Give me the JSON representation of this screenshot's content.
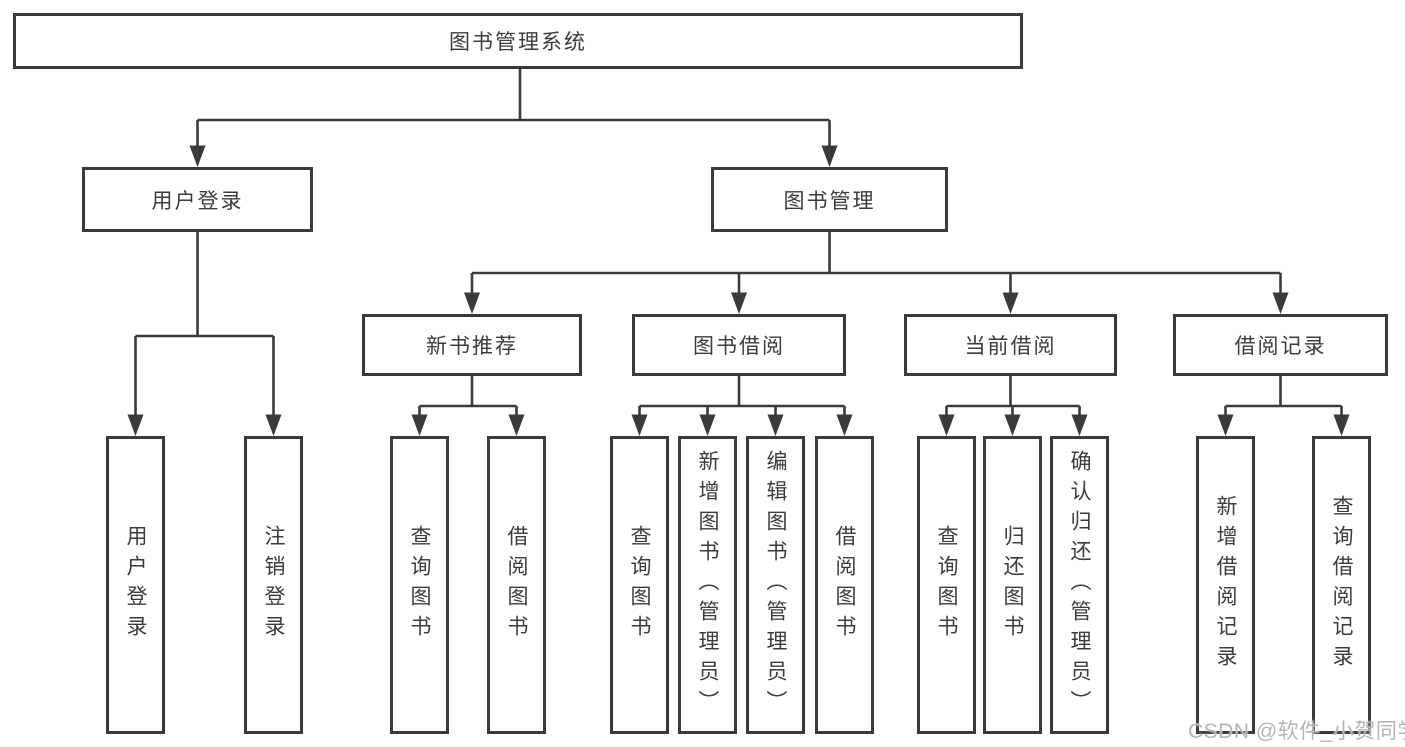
{
  "colors": {
    "background": "#ffffff",
    "line": "#3a3a3a",
    "box-border": "#3a3a3a",
    "box-fill": "#ffffff",
    "text": "#3c3c3c",
    "watermark": "#b5b5b5"
  },
  "watermark": "CSDN @软件_小贺同学",
  "tree": {
    "root": {
      "label": "图书管理系统"
    },
    "user_login": {
      "label": "用户登录",
      "children": [
        {
          "label": "用户登录"
        },
        {
          "label": "注销登录"
        }
      ]
    },
    "book_management": {
      "label": "图书管理",
      "sections": [
        {
          "label": "新书推荐",
          "children": [
            {
              "label": "查询图书"
            },
            {
              "label": "借阅图书"
            }
          ]
        },
        {
          "label": "图书借阅",
          "children": [
            {
              "label": "查询图书"
            },
            {
              "label": "新增图书（管理员）"
            },
            {
              "label": "编辑图书（管理员）"
            },
            {
              "label": "借阅图书"
            }
          ]
        },
        {
          "label": "当前借阅",
          "children": [
            {
              "label": "查询图书"
            },
            {
              "label": "归还图书"
            },
            {
              "label": "确认归还（管理员）"
            }
          ]
        },
        {
          "label": "借阅记录",
          "children": [
            {
              "label": "新增借阅记录"
            },
            {
              "label": "查询借阅记录"
            }
          ]
        }
      ]
    }
  }
}
